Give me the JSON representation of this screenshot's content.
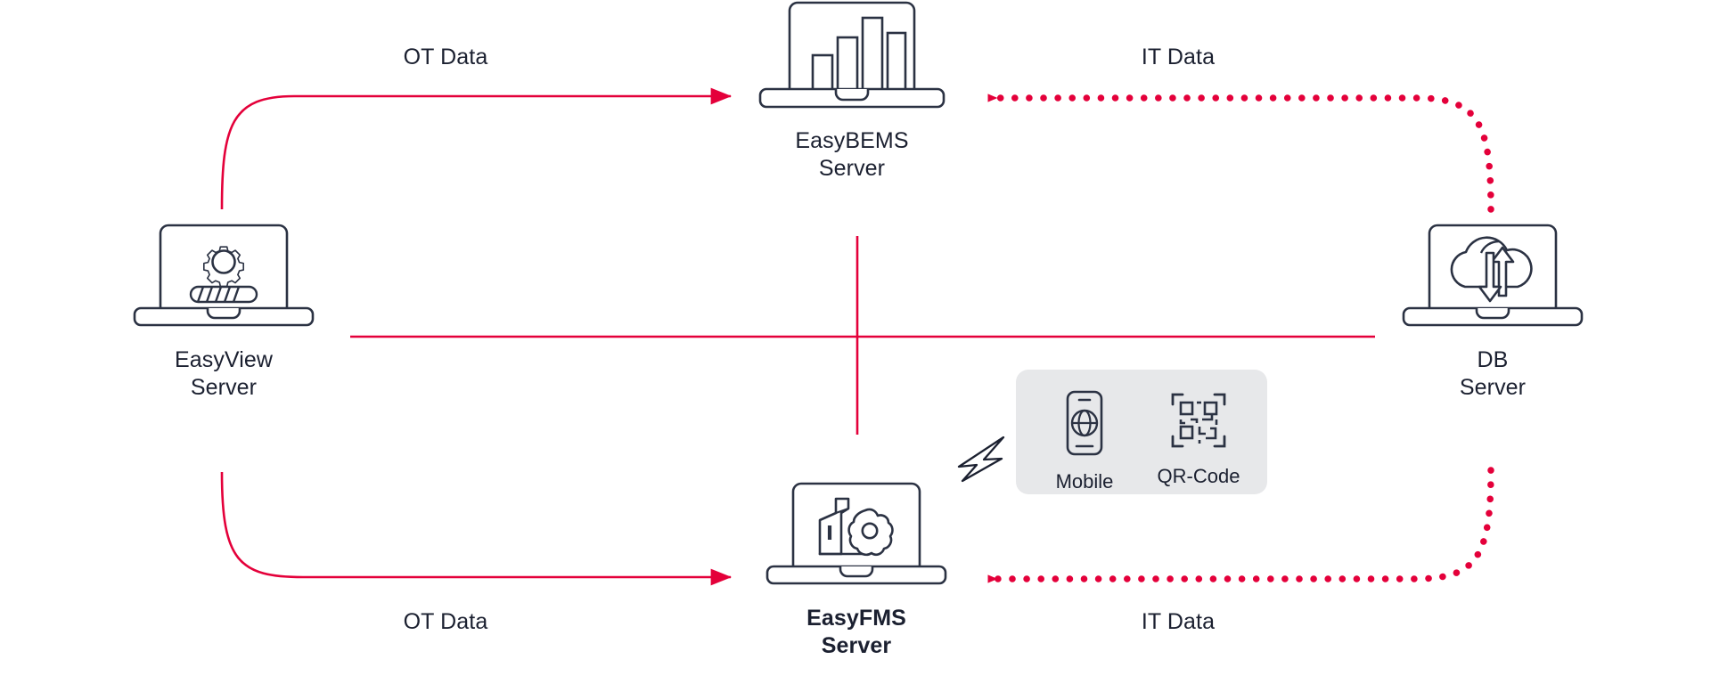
{
  "diagram": {
    "title": "EasyBEMS / EasyFMS data flow architecture",
    "colors": {
      "accent_red": "#e4003a",
      "ink": "#1b2030",
      "panel_gray": "#e7e8ea",
      "background": "#ffffff"
    }
  },
  "nodes": [
    {
      "id": "easybems",
      "label": "EasyBEMS\nServer",
      "icon": "laptop-bar-chart-icon",
      "bold": false
    },
    {
      "id": "easyview",
      "label": "EasyView\nServer",
      "icon": "laptop-gear-progress-icon",
      "bold": false
    },
    {
      "id": "db",
      "label": "DB\nServer",
      "icon": "laptop-cloud-sync-icon",
      "bold": false
    },
    {
      "id": "easyfms",
      "label": "EasyFMS\nServer",
      "icon": "laptop-factory-gear-icon",
      "bold": true
    }
  ],
  "edges": [
    {
      "id": "ot-top",
      "label": "OT Data",
      "style": "solid",
      "from": "easyview",
      "to": "easybems"
    },
    {
      "id": "it-top",
      "label": "IT Data",
      "style": "dotted",
      "from": "db",
      "to": "easybems"
    },
    {
      "id": "ot-bottom",
      "label": "OT Data",
      "style": "solid",
      "from": "easyview",
      "to": "easyfms"
    },
    {
      "id": "it-bottom",
      "label": "IT Data",
      "style": "dotted",
      "from": "db",
      "to": "easyfms"
    }
  ],
  "client_panel": {
    "items": [
      {
        "id": "mobile",
        "label": "Mobile",
        "icon": "mobile-globe-icon"
      },
      {
        "id": "qrcode",
        "label": "QR-Code",
        "icon": "qr-code-icon"
      }
    ]
  },
  "wireless_link": {
    "icon": "lightning-bolt-icon",
    "label": ""
  },
  "crosshair": {
    "icon": "crosshair-divider",
    "label": ""
  }
}
